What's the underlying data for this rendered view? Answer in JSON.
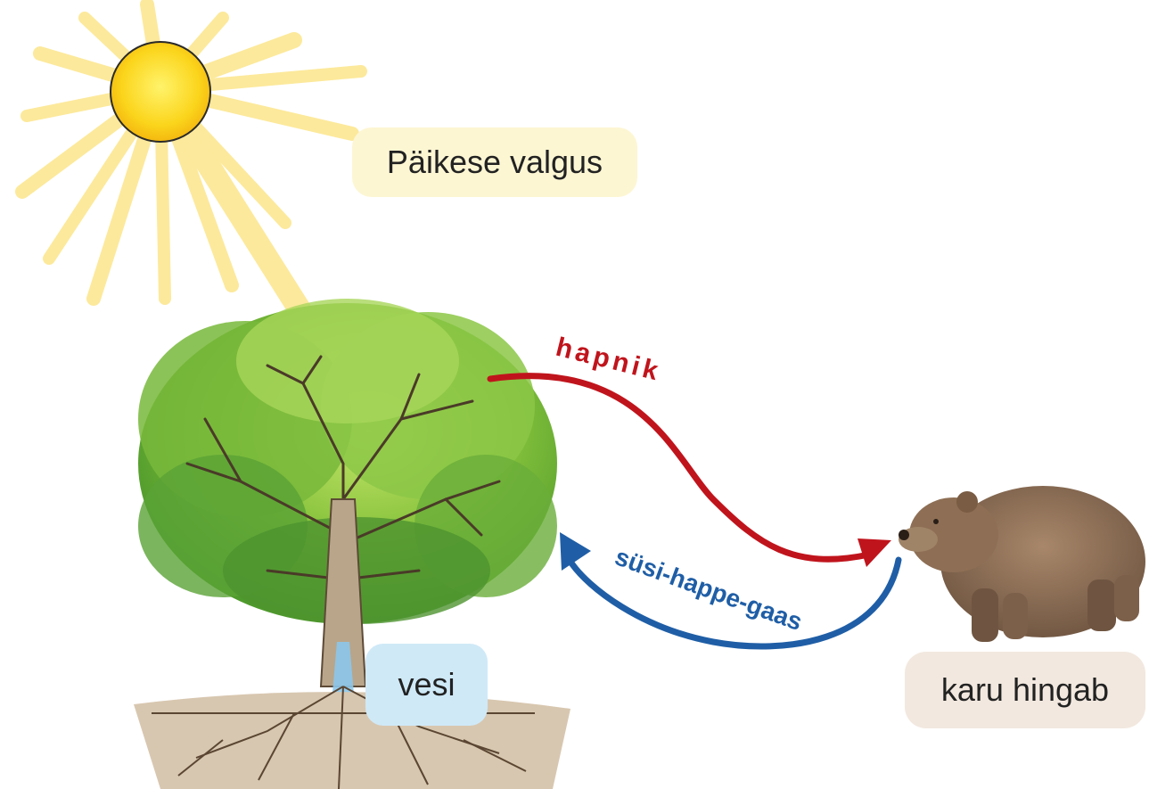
{
  "labels": {
    "sunlight": "Päikese valgus",
    "water": "vesi",
    "bear": "karu hingab"
  },
  "arrows": {
    "oxygen": "hapnik",
    "carbon_dioxide": "süsi-happe-gaas"
  },
  "colors": {
    "oxygen_arrow": "#c0141c",
    "co2_arrow": "#1f5ea6",
    "sun_label_bg": "#fdf6d3",
    "water_label_bg": "#cfe9f7",
    "bear_label_bg": "#f2e8df",
    "sun": "#f9d21a",
    "foliage": "#7ab93a",
    "bear": "#8a6a4e"
  },
  "illustrations": [
    "sun",
    "tree",
    "roots",
    "bear"
  ]
}
